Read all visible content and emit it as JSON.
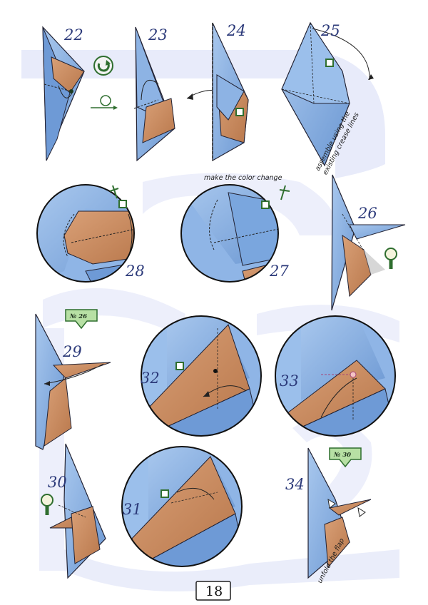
{
  "page": {
    "number": "18"
  },
  "steps": {
    "s22": "22",
    "s23": "23",
    "s24": "24",
    "s25": "25",
    "s26": "26",
    "s27": "27",
    "s28": "28",
    "s29": "29",
    "s30": "30",
    "s31": "31",
    "s32": "32",
    "s33": "33",
    "s34": "34"
  },
  "notes": {
    "assemble_line1": "assemble using the",
    "assemble_line2": "existing crease lines",
    "color_change": "make the color change",
    "unfold_flap": "unfold the flap"
  },
  "references": {
    "ref26": "№ 26",
    "ref30": "№ 30"
  },
  "symbols": {
    "turn_over": "turn-over-symbol",
    "rotate": "rotate-symbol",
    "zoom": "magnifier-symbol",
    "push": "push-arrow-symbol",
    "pleat": "pleat-symbol"
  },
  "colors": {
    "paper_blue": "#7ea9de",
    "paper_blue_light": "#a9c8ee",
    "paper_orange": "#c98c5f",
    "background_band": "#e8ebfa",
    "step_number": "#2c3a7a"
  }
}
